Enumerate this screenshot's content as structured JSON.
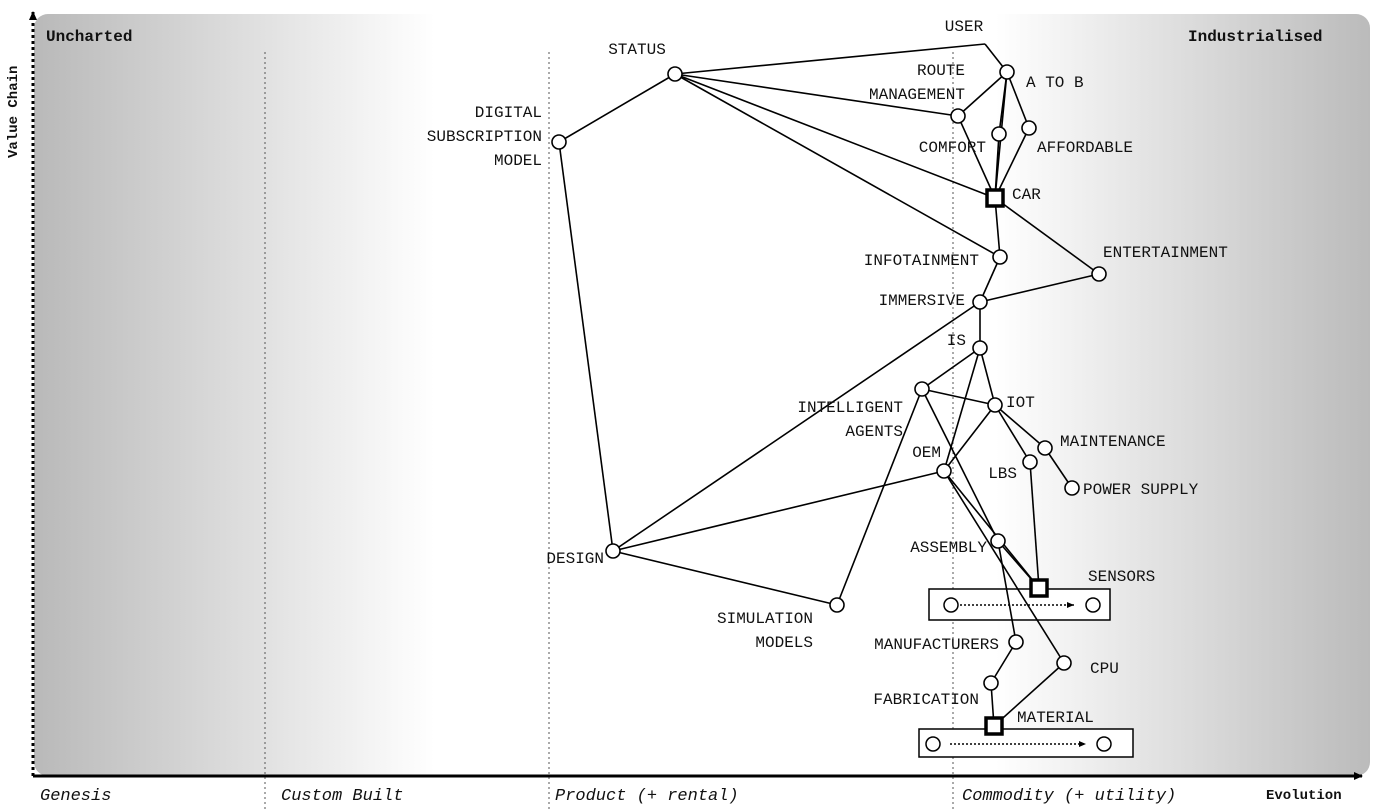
{
  "map": {
    "corners": {
      "top_left": "Uncharted",
      "top_right": "Industrialised"
    },
    "axes": {
      "y_label": "Value Chain",
      "x_label": "Evolution",
      "stages": [
        "Genesis",
        "Custom Built",
        "Product (+ rental)",
        "Commodity (+ utility)"
      ]
    },
    "colors": {
      "line": "#000000",
      "node_fill": "#ffffff",
      "background_gradient": [
        "#bdbdbd",
        "#ffffff",
        "#ffffff",
        "#bdbdbd"
      ]
    },
    "nodes": [
      {
        "id": "user",
        "label": "USER"
      },
      {
        "id": "status",
        "label": "STATUS"
      },
      {
        "id": "route_mgmt",
        "label_lines": [
          "ROUTE",
          "MANAGEMENT"
        ]
      },
      {
        "id": "a_to_b",
        "label": "A TO B"
      },
      {
        "id": "digital_sub",
        "label_lines": [
          "DIGITAL",
          "SUBSCRIPTION",
          "MODEL"
        ]
      },
      {
        "id": "comfort",
        "label": "COMFORT"
      },
      {
        "id": "affordable",
        "label": "AFFORDABLE"
      },
      {
        "id": "car",
        "label": "CAR",
        "shape": "square"
      },
      {
        "id": "infotainment",
        "label": "INFOTAINMENT"
      },
      {
        "id": "entertainment",
        "label": "ENTERTAINMENT"
      },
      {
        "id": "immersive",
        "label": "IMMERSIVE"
      },
      {
        "id": "is",
        "label": "IS"
      },
      {
        "id": "intelligent_agents",
        "label_lines": [
          "INTELLIGENT",
          "AGENTS"
        ]
      },
      {
        "id": "iot",
        "label": "IOT"
      },
      {
        "id": "maintenance",
        "label": "MAINTENANCE"
      },
      {
        "id": "oem",
        "label": "OEM"
      },
      {
        "id": "lbs",
        "label": "LBS"
      },
      {
        "id": "power_supply",
        "label": "POWER SUPPLY"
      },
      {
        "id": "design",
        "label": "DESIGN"
      },
      {
        "id": "assembly",
        "label": "ASSEMBLY"
      },
      {
        "id": "sensors",
        "label": "SENSORS",
        "shape": "square"
      },
      {
        "id": "simulation_models",
        "label_lines": [
          "SIMULATION",
          "MODELS"
        ]
      },
      {
        "id": "manufacturers",
        "label": "MANUFACTURERS"
      },
      {
        "id": "cpu",
        "label": "CPU"
      },
      {
        "id": "fabrication",
        "label": "FABRICATION"
      },
      {
        "id": "material",
        "label": "MATERIAL",
        "shape": "square"
      }
    ],
    "edges": [
      [
        "user",
        "status"
      ],
      [
        "user",
        "a_to_b"
      ],
      [
        "status",
        "digital_sub"
      ],
      [
        "status",
        "route_mgmt"
      ],
      [
        "status",
        "car"
      ],
      [
        "status",
        "infotainment"
      ],
      [
        "a_to_b",
        "route_mgmt"
      ],
      [
        "a_to_b",
        "car"
      ],
      [
        "a_to_b",
        "comfort"
      ],
      [
        "a_to_b",
        "affordable"
      ],
      [
        "route_mgmt",
        "car"
      ],
      [
        "comfort",
        "car"
      ],
      [
        "affordable",
        "car"
      ],
      [
        "car",
        "infotainment"
      ],
      [
        "car",
        "entertainment"
      ],
      [
        "infotainment",
        "immersive"
      ],
      [
        "immersive",
        "entertainment"
      ],
      [
        "immersive",
        "is"
      ],
      [
        "immersive",
        "design"
      ],
      [
        "is",
        "intelligent_agents"
      ],
      [
        "is",
        "iot"
      ],
      [
        "is",
        "oem"
      ],
      [
        "intelligent_agents",
        "iot"
      ],
      [
        "intelligent_agents",
        "simulation_models"
      ],
      [
        "intelligent_agents",
        "assembly"
      ],
      [
        "iot",
        "oem"
      ],
      [
        "iot",
        "lbs"
      ],
      [
        "iot",
        "maintenance"
      ],
      [
        "maintenance",
        "power_supply"
      ],
      [
        "lbs",
        "sensors"
      ],
      [
        "oem",
        "design"
      ],
      [
        "oem",
        "sensors"
      ],
      [
        "oem",
        "cpu"
      ],
      [
        "digital_sub",
        "design"
      ],
      [
        "design",
        "simulation_models"
      ],
      [
        "assembly",
        "sensors"
      ],
      [
        "assembly",
        "manufacturers"
      ],
      [
        "manufacturers",
        "fabrication"
      ],
      [
        "fabrication",
        "material"
      ],
      [
        "cpu",
        "material"
      ]
    ],
    "movements": [
      {
        "id": "sensors_evolution"
      },
      {
        "id": "material_evolution"
      }
    ]
  }
}
